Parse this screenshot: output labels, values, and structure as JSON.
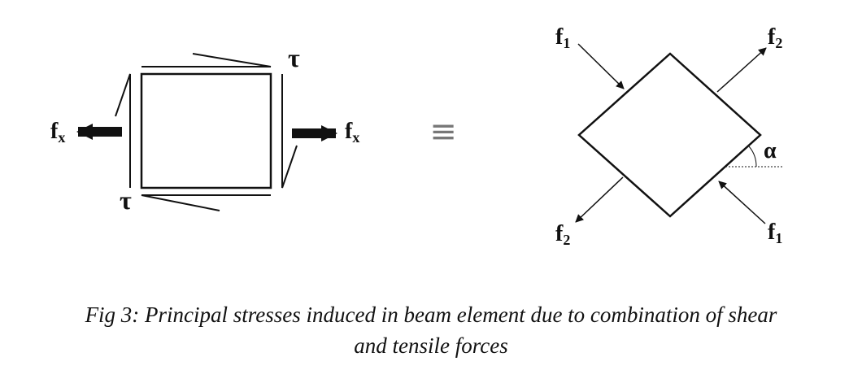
{
  "left_element": {
    "shear_top": "τ",
    "shear_bottom": "τ",
    "force_left": {
      "base": "f",
      "sub": "x"
    },
    "force_right": {
      "base": "f",
      "sub": "x"
    }
  },
  "equivalence_symbol": "≡",
  "right_element": {
    "f1_top": {
      "base": "f",
      "sub": "1"
    },
    "f2_top": {
      "base": "f",
      "sub": "2"
    },
    "f2_bottom": {
      "base": "f",
      "sub": "2"
    },
    "f1_bottom": {
      "base": "f",
      "sub": "1"
    },
    "angle": "α"
  },
  "caption": {
    "line1": "Fig 3:   Principal stresses induced in beam element due to combination of shear",
    "line2": "and tensile forces"
  }
}
